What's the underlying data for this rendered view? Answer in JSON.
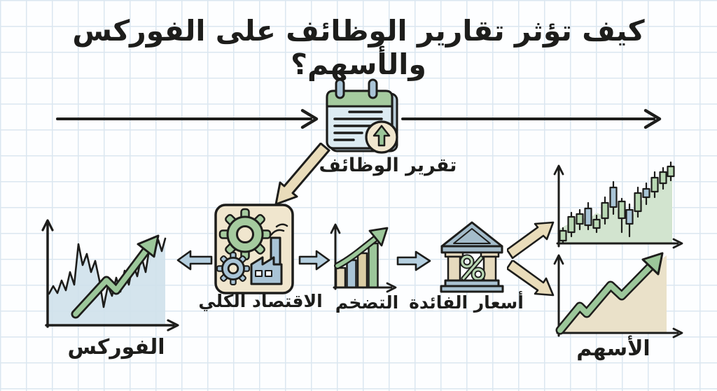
{
  "title": "كيف تؤثر تقارير الوظائف على الفوركس والأسهم؟",
  "nodes": {
    "jobs_report": {
      "label": "تقرير الوظائف"
    },
    "macro_economy": {
      "label": "الاقتصاد الكلي"
    },
    "inflation": {
      "label": "التضخم"
    },
    "interest_rates": {
      "label": "أسعار الفائدة"
    },
    "forex": {
      "label": "الفوركس"
    },
    "stocks": {
      "label": "الأسهم"
    }
  },
  "icons": [
    "calendar-icon",
    "up-arrow-badge-icon",
    "gears-factory-icon",
    "bar-chart-icon",
    "bank-percent-icon",
    "forex-line-chart-icon",
    "candlestick-chart-icon",
    "stocks-arrow-chart-icon"
  ],
  "colors": {
    "outline": "#1d1d1b",
    "paper": "#fdfeff",
    "grid": "#dbe7f0",
    "tan_arrow": "#e9dcba",
    "tan_panel": "#f0e6ce",
    "tan_column": "#e6dabd",
    "tan_dark": "#dbcda4",
    "tan_area": "#eae1c9",
    "green": "#9cc79a",
    "green_soft": "#a5cb9f",
    "green_pale": "#d2e4cf",
    "green_candle": "#b9d8b4",
    "blue": "#b5cfdf",
    "blue_mid": "#a9c4d6",
    "blue_pale": "#dcebf2",
    "blue_area": "#cfe1eb",
    "roof_blue": "#a4bcca",
    "base_blue": "#a9c2d2",
    "shadow_blue": "#b9cdd8"
  }
}
